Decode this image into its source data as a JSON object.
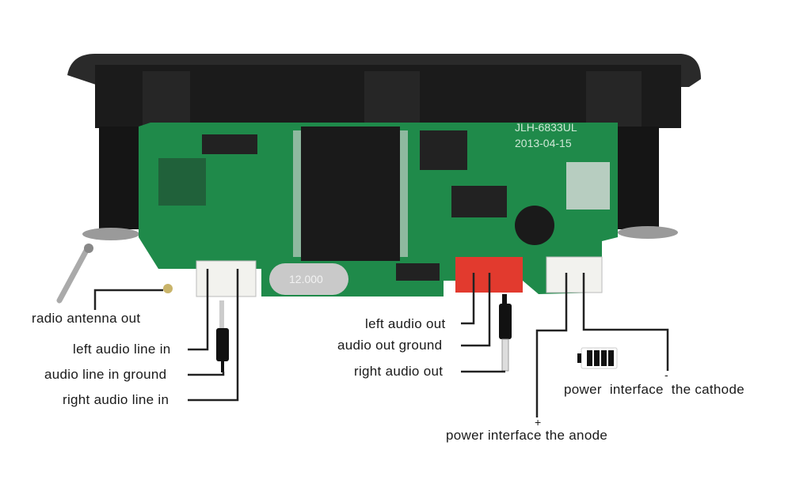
{
  "board": {
    "model_silk": "JLH-6833UL",
    "date_silk": "2013-04-15",
    "crystal_label": "12.000",
    "colors": {
      "pcb": "#1f8a4a",
      "bezel": "#1b1b1b",
      "connector_white": "#f2f2ee",
      "connector_red": "#e23a2e"
    }
  },
  "labels": {
    "radio_antenna_out": "radio antenna out",
    "left_audio_line_in": "left audio line in",
    "audio_line_in_ground": "audio line in ground",
    "right_audio_line_in": "right audio line in",
    "left_audio_out": "left audio out",
    "audio_out_ground": "audio out ground",
    "right_audio_out": "right audio out",
    "cathode_sign": "-",
    "cathode": "power  interface  the cathode",
    "anode_sign": "+",
    "anode": "power interface the anode"
  },
  "icons": [
    "battery-icon",
    "audio-jack-icon",
    "antenna-icon"
  ]
}
